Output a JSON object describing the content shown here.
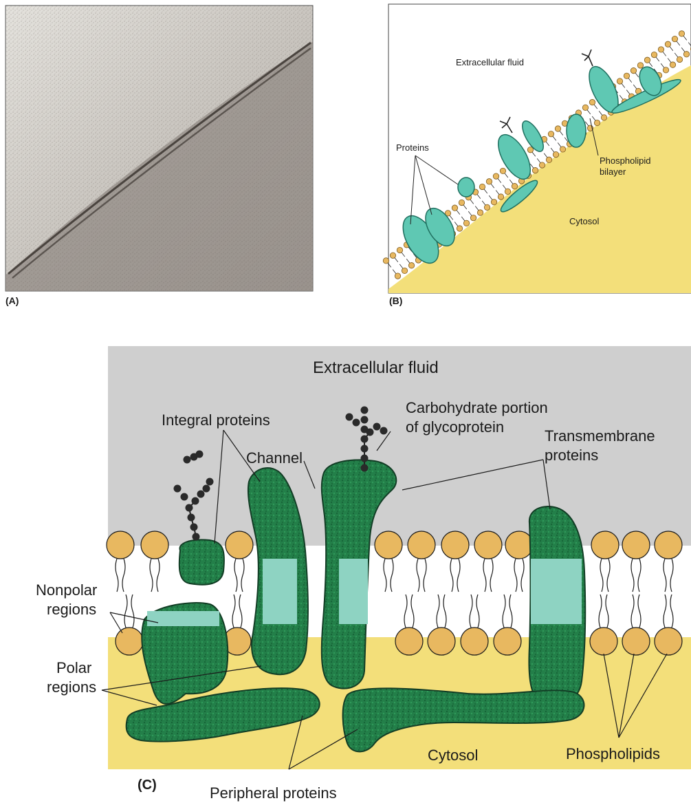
{
  "panel_a": {
    "tag": "(A)"
  },
  "panel_b": {
    "tag": "(B)",
    "labels": {
      "extracellular": "Extracellular fluid",
      "proteins": "Proteins",
      "bilayer_line1": "Phospholipid",
      "bilayer_line2": "bilayer",
      "cytosol": "Cytosol"
    }
  },
  "panel_c": {
    "tag": "(C)",
    "labels": {
      "extracellular": "Extracellular fluid",
      "integral": "Integral proteins",
      "channel": "Channel",
      "carb_line1": "Carbohydrate portion",
      "carb_line2": "of glycoprotein",
      "trans_line1": "Transmembrane",
      "trans_line2": "proteins",
      "nonpolar_line1": "Nonpolar",
      "nonpolar_line2": "regions",
      "polar_line1": "Polar",
      "polar_line2": "regions",
      "cytosol": "Cytosol",
      "phospholipids": "Phospholipids",
      "peripheral": "Peripheral proteins"
    }
  },
  "colors": {
    "extracellular_gray": "#cfcfcf",
    "cytosol_yellow": "#f3df7a",
    "protein_green": "#1f7a45",
    "protein_teal": "#7fcfbf",
    "head_gold": "#e8b860",
    "line": "#1a1a1a"
  }
}
